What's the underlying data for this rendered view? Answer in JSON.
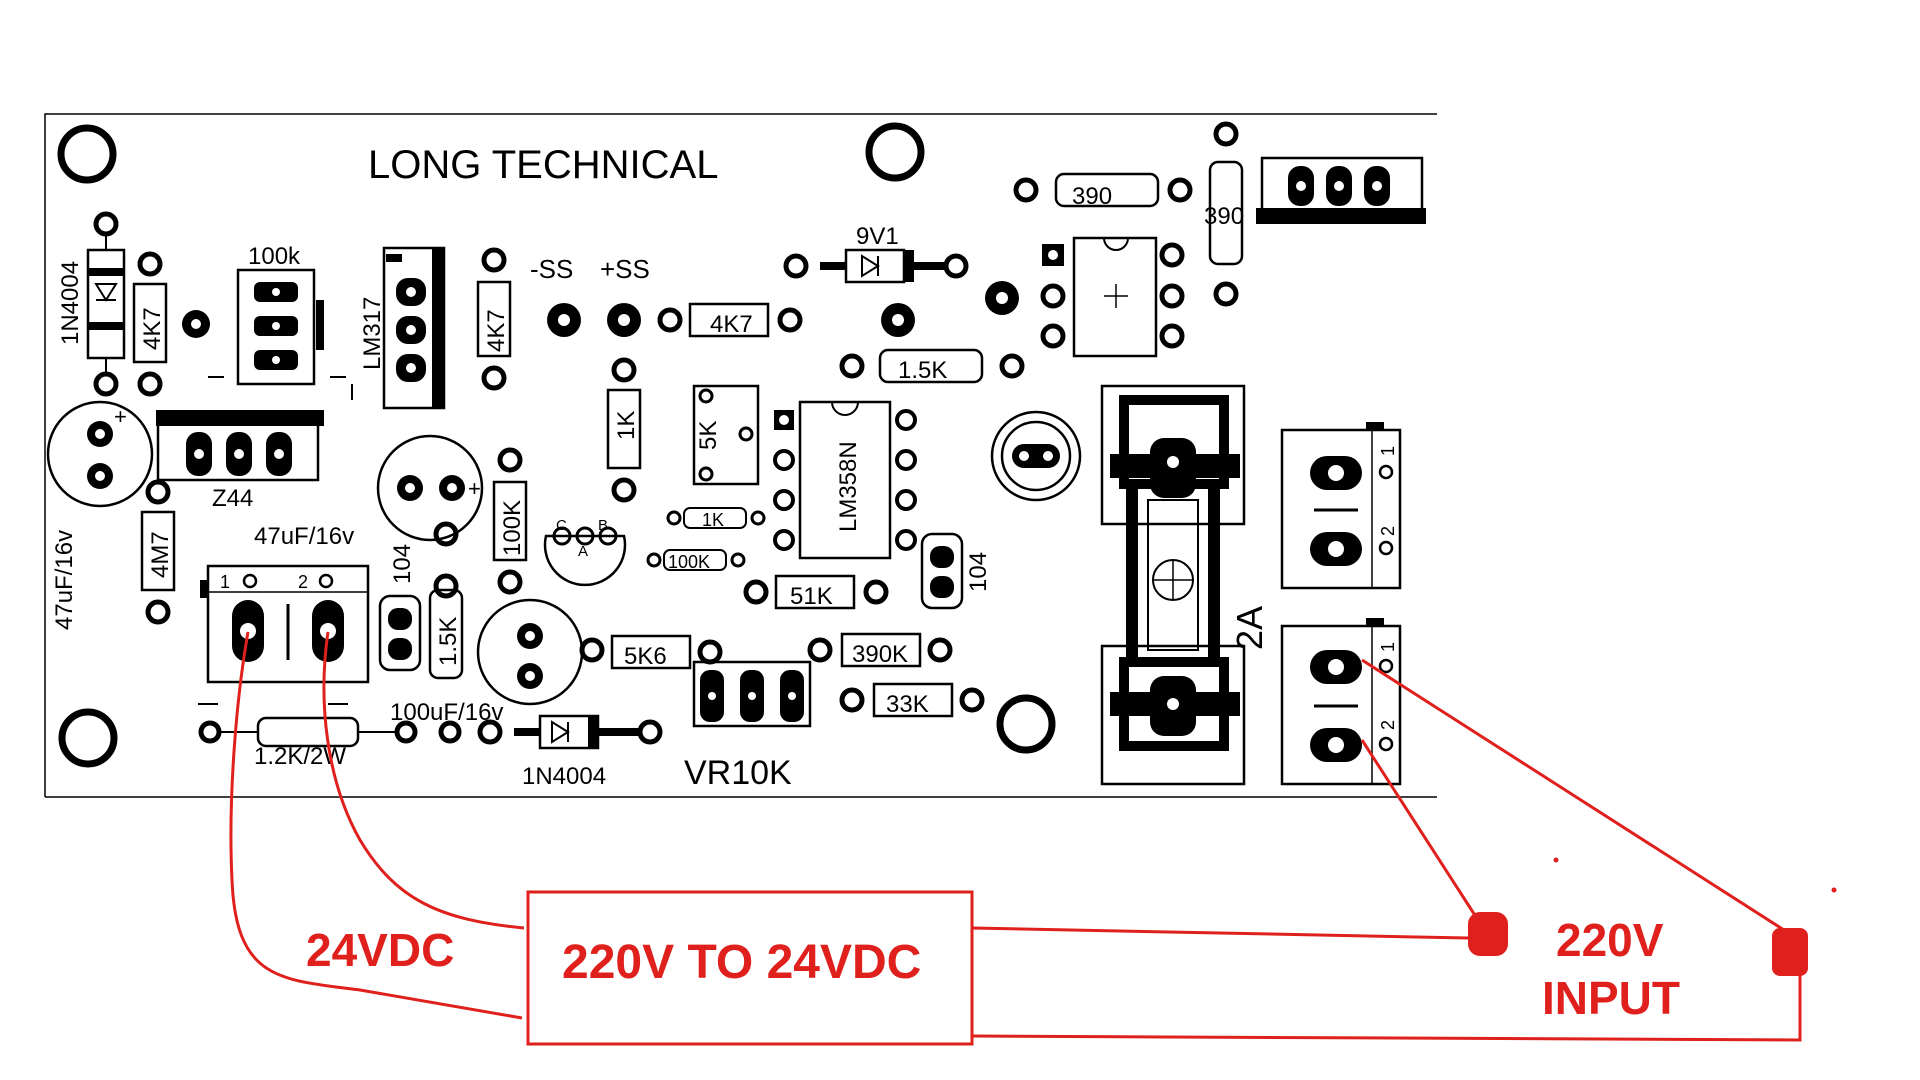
{
  "board": {
    "title": "LONG TECHNICAL"
  },
  "components": {
    "d1": "1N4004",
    "r_4k7_a": "4K7",
    "pot_100k": "100k",
    "lm317": "LM317",
    "r_4k7_b": "4K7",
    "neg_ss": "-SS",
    "pos_ss": "+SS",
    "r_4k7_c": "4K7",
    "zener": "9V1",
    "r_390_a": "390",
    "r_390_b": "390",
    "r_1k5_a": "1.5K",
    "c_47uf_a": "47uF/16v",
    "z44": "Z44",
    "r_4m7": "4M7",
    "c_47uf_b": "47uF/16v",
    "c_104_a": "104",
    "r_1k5_b": "1.5K",
    "r_100k": "100K",
    "r_1k_a": "1K",
    "pot_5k": "5K",
    "r_1k_b": "1K",
    "r_100k_b": "100K",
    "lm358": "LM358N",
    "r_51k": "51K",
    "c_104_b": "104",
    "r_5k6": "5K6",
    "r_390k": "390K",
    "r_33k": "33K",
    "c_100uf": "100uF/16v",
    "r_1k2": "1.2K/2W",
    "d2": "1N4004",
    "vr10k": "VR10K",
    "fuse": "2A",
    "pin1_a": "1",
    "pin2_a": "2",
    "pin1_b": "1",
    "pin2_b": "2",
    "pin1_c": "1",
    "pin2_c": "2",
    "pin_c": "C",
    "pin_b": "B",
    "pin_a": "A"
  },
  "annotations": {
    "converter_box": "220V TO 24VDC",
    "dc_label": "24VDC",
    "input_label_line1": "220V",
    "input_label_line2": "INPUT"
  },
  "colors": {
    "wire": "#e0201c",
    "silkscreen": "#000000",
    "background": "#ffffff"
  }
}
